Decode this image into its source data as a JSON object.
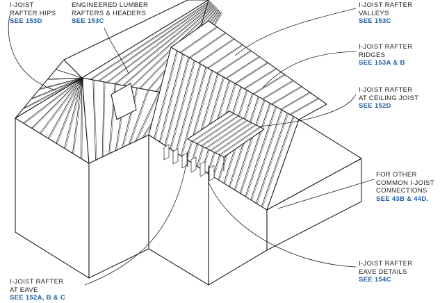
{
  "callouts": {
    "hips": {
      "lines": [
        "I-JOIST",
        "RAFTER HIPS"
      ],
      "ref": "SEE 153D"
    },
    "engineered": {
      "lines": [
        "ENGINEERED LUMBER",
        "RAFTERS & HEADERS"
      ],
      "ref": "SEE 153C"
    },
    "valleys": {
      "lines": [
        "I-JOIST RAFTER",
        "VALLEYS"
      ],
      "ref": "SEE 153C"
    },
    "ridges": {
      "lines": [
        "I-JOIST RAFTER",
        "RIDGES"
      ],
      "ref": "SEE 153A & B"
    },
    "ceiling": {
      "lines": [
        "I-JOIST RAFTER",
        "AT CEILING JOIST"
      ],
      "ref": "SEE 152D"
    },
    "other": {
      "lines": [
        "FOR OTHER",
        "COMMON I-JOIST",
        "CONNECTIONS"
      ],
      "ref": "SEE 43B & 44D."
    },
    "eave_details": {
      "lines": [
        "I-JOIST RAFTER",
        "EAVE DETAILS"
      ],
      "ref": "SEE 154C"
    },
    "at_eave": {
      "lines": [
        "I-JOIST RAFTER",
        "AT EAVE"
      ],
      "ref": "SEE 152A, B & C"
    }
  },
  "colors": {
    "ink": "#1e1e1e",
    "reference": "#1f5fa0",
    "background": "#ffffff"
  }
}
